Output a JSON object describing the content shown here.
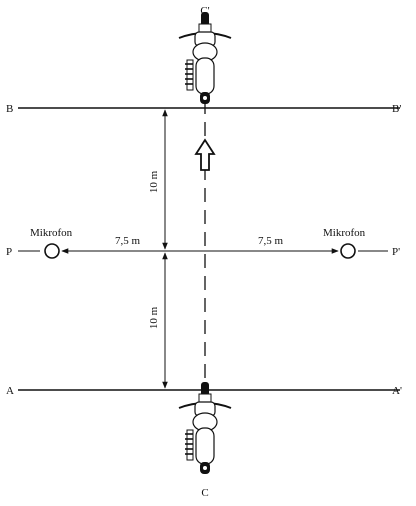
{
  "lines": {
    "b_left": "B",
    "b_right": "B'",
    "p_left": "P",
    "p_right": "P'",
    "a_left": "A",
    "a_right": "A'",
    "c_top": "C'",
    "c_bottom": "C"
  },
  "dimensions": {
    "upper_distance": "10 m",
    "lower_distance": "10 m",
    "left_offset": "7,5 m",
    "right_offset": "7,5 m"
  },
  "microphones": {
    "left_label": "Mikrofon",
    "right_label": "Mikrofon"
  },
  "icons": {
    "vehicle": "motorcycle-topview-icon",
    "direction": "up-arrow-icon",
    "microphone": "microphone-circle-icon"
  }
}
